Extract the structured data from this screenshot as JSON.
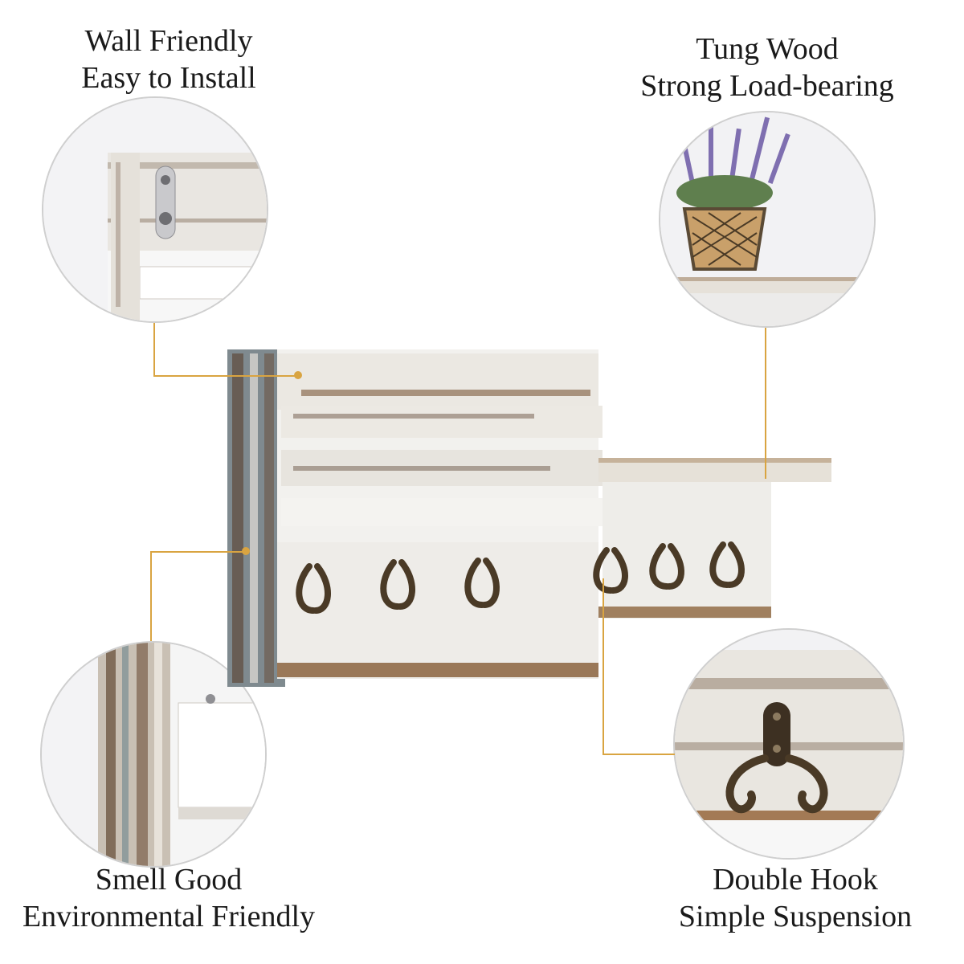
{
  "features": {
    "top_left": {
      "line1": "Wall Friendly",
      "line2": "Easy to Install"
    },
    "top_right": {
      "line1": "Tung Wood",
      "line2": "Strong Load-bearing"
    },
    "bottom_left": {
      "line1": "Smell Good",
      "line2": "Environmental  Friendly"
    },
    "bottom_right": {
      "line1": "Double Hook",
      "line2": "Simple Suspension"
    }
  },
  "colors": {
    "leader_line": "#d9a441",
    "wood_white": "#ece9e4",
    "wood_brown": "#7a5c45",
    "hook_bronze": "#4a3a26"
  }
}
